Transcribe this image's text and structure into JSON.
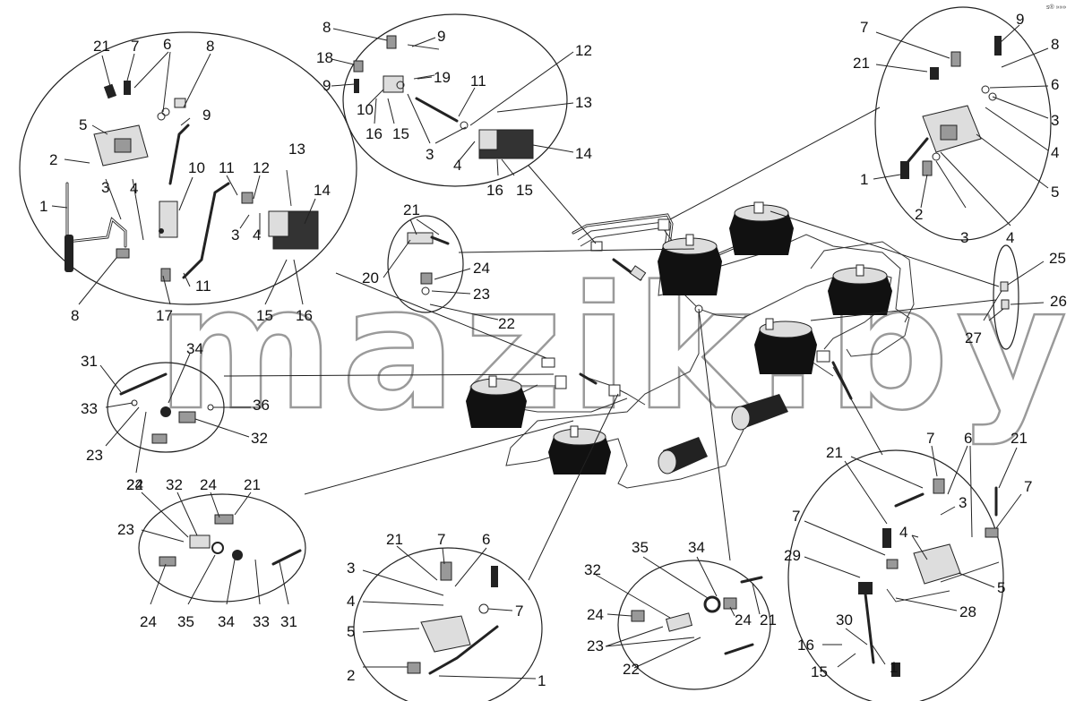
{
  "watermark": "mazik.by",
  "corner_mark": "s® »»»",
  "callouts": {
    "g1": [
      "21",
      "7",
      "6",
      "8",
      "9",
      "5",
      "2",
      "3",
      "4",
      "1",
      "10",
      "11",
      "12",
      "13",
      "14",
      "3",
      "4",
      "8",
      "17",
      "11",
      "15",
      "16"
    ],
    "g2": [
      "8",
      "9",
      "18",
      "19",
      "9",
      "10",
      "16",
      "15",
      "11",
      "12",
      "13",
      "3",
      "4",
      "14",
      "16",
      "15"
    ],
    "g3": [
      "7",
      "9",
      "21",
      "8",
      "6",
      "3",
      "4",
      "1",
      "5",
      "2",
      "3",
      "4"
    ],
    "g4": [
      "21",
      "20",
      "24",
      "23",
      "22"
    ],
    "g5": [
      "25",
      "26",
      "27"
    ],
    "g6": [
      "34",
      "31",
      "36",
      "33",
      "32",
      "23",
      "24"
    ],
    "g7": [
      "22",
      "32",
      "24",
      "21",
      "23",
      "24",
      "35",
      "34",
      "33",
      "31"
    ],
    "g8": [
      "21",
      "7",
      "6",
      "3",
      "4",
      "7",
      "5",
      "2",
      "1"
    ],
    "g9": [
      "35",
      "34",
      "32",
      "24",
      "24",
      "21",
      "23",
      "22"
    ],
    "g10": [
      "21",
      "7",
      "6",
      "21",
      "3",
      "7",
      "7",
      "4",
      "29",
      "5",
      "28",
      "30",
      "16",
      "15",
      "1"
    ]
  }
}
